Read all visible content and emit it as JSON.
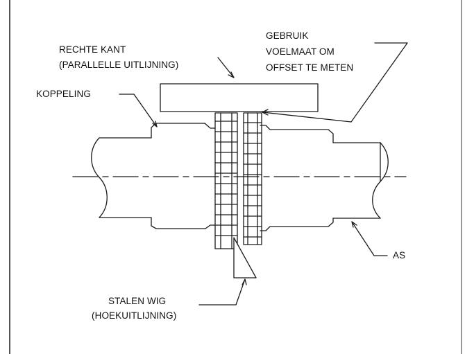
{
  "labels": {
    "gebruik_line1": "GEBRUIK",
    "gebruik_line2": "VOELMAAT OM",
    "gebruik_line3": "OFFSET TE METEN",
    "rechte_kant_line1": "RECHTE KANT",
    "rechte_kant_line2": "(PARALLELLE UITLIJNING)",
    "koppeling": "KOPPELING",
    "as": "AS",
    "stalen_wig_line1": "STALEN WIG",
    "stalen_wig_line2": "(HOEKUITLIJNING)"
  },
  "colors": {
    "line": "#1a1a1a",
    "background": "#ffffff",
    "frame_left": "#2a2a2a",
    "frame_right": "#555555"
  }
}
